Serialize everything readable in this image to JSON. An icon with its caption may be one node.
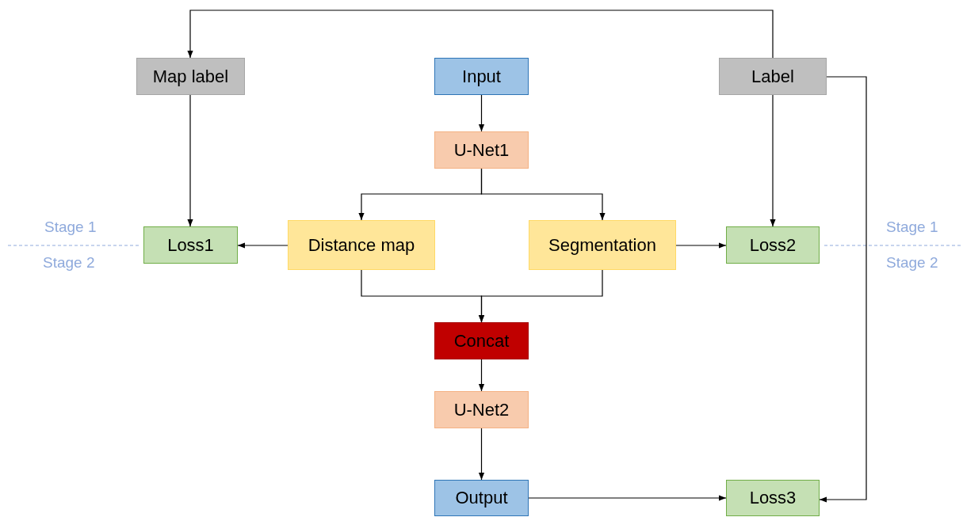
{
  "diagram": {
    "nodes": [
      {
        "text": [
          "Map label"
        ]
      },
      {
        "text": [
          "Input"
        ]
      },
      {
        "text": [
          "Label"
        ]
      },
      {
        "text": [
          "U-Net1"
        ]
      },
      {
        "text": [
          "Loss1"
        ]
      },
      {
        "text": [
          "Distance map"
        ]
      },
      {
        "text": [
          "Segmentation"
        ]
      },
      {
        "text": [
          "Loss2"
        ]
      },
      {
        "text": [
          "Concat"
        ]
      },
      {
        "text": [
          "U-Net2"
        ]
      },
      {
        "text": [
          "Output"
        ]
      },
      {
        "text": [
          "Loss3"
        ]
      }
    ],
    "edges": [
      {
        "from": 2,
        "to": 0,
        "arrow": "to"
      },
      {
        "from": 0,
        "to": 4,
        "arrow": "to"
      },
      {
        "from": 1,
        "to": 3,
        "arrow": "to"
      },
      {
        "from": 3,
        "to": 5,
        "arrow": "to"
      },
      {
        "from": 3,
        "to": 6,
        "arrow": "to"
      },
      {
        "from": 2,
        "to": 7,
        "arrow": "to"
      },
      {
        "from": 5,
        "to": 4,
        "arrow": "to"
      },
      {
        "from": 6,
        "to": 7,
        "arrow": "to"
      },
      {
        "from": 5,
        "to": 8,
        "arrow": "to"
      },
      {
        "from": 6,
        "to": 8,
        "arrow": "to"
      },
      {
        "from": 8,
        "to": 9,
        "arrow": "to"
      },
      {
        "from": 9,
        "to": 10,
        "arrow": "to"
      },
      {
        "from": 10,
        "to": 11,
        "arrow": "to"
      },
      {
        "from": 2,
        "to": 11,
        "arrow": "to"
      }
    ],
    "labels": [
      "Stage 1",
      "Stage 2",
      "Stage 1",
      "Stage 2"
    ]
  }
}
